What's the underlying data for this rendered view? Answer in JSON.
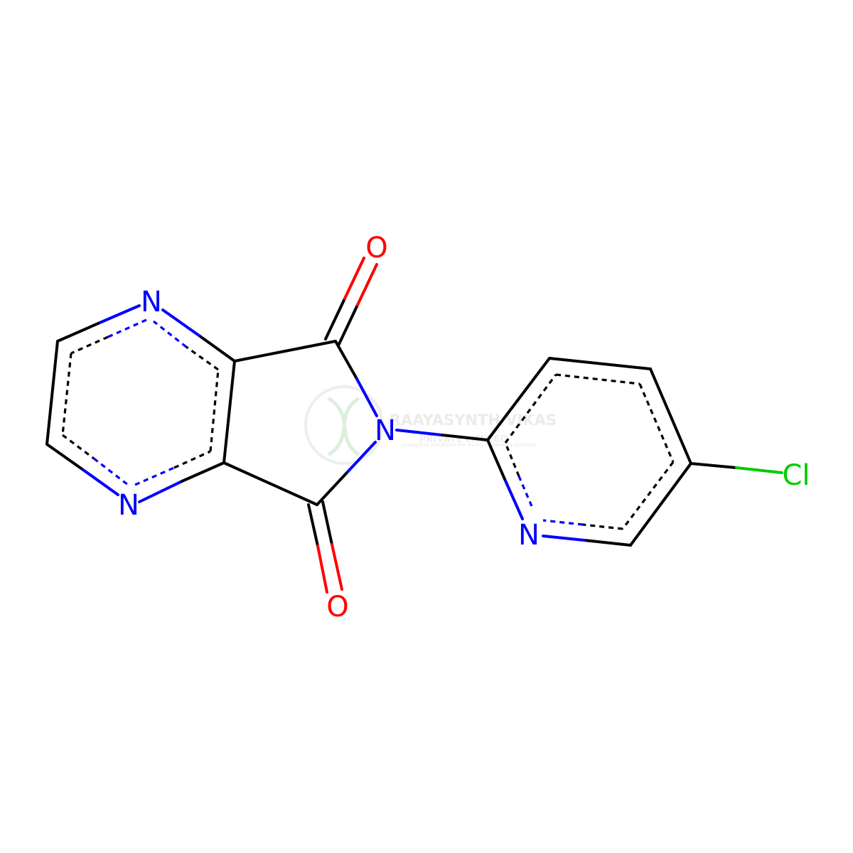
{
  "colors": {
    "carbon": "#000000",
    "nitrogen": "#0000ff",
    "oxygen": "#ff0000",
    "chlorine": "#00cc00",
    "watermark": "#d9d9d9",
    "background": "#ffffff"
  },
  "atoms": {
    "o_top": "O",
    "o_bottom": "O",
    "n_pyrazine_top": "N",
    "n_pyrazine_bottom": "N",
    "n_imide": "N",
    "n_pyridine": "N",
    "cl": "Cl"
  },
  "watermark": {
    "name": "RAAYASYNTH VIKAS",
    "subtitle": "PRIVATE LIMITED",
    "tagline": "Complete solutions for every chemistry journey"
  }
}
